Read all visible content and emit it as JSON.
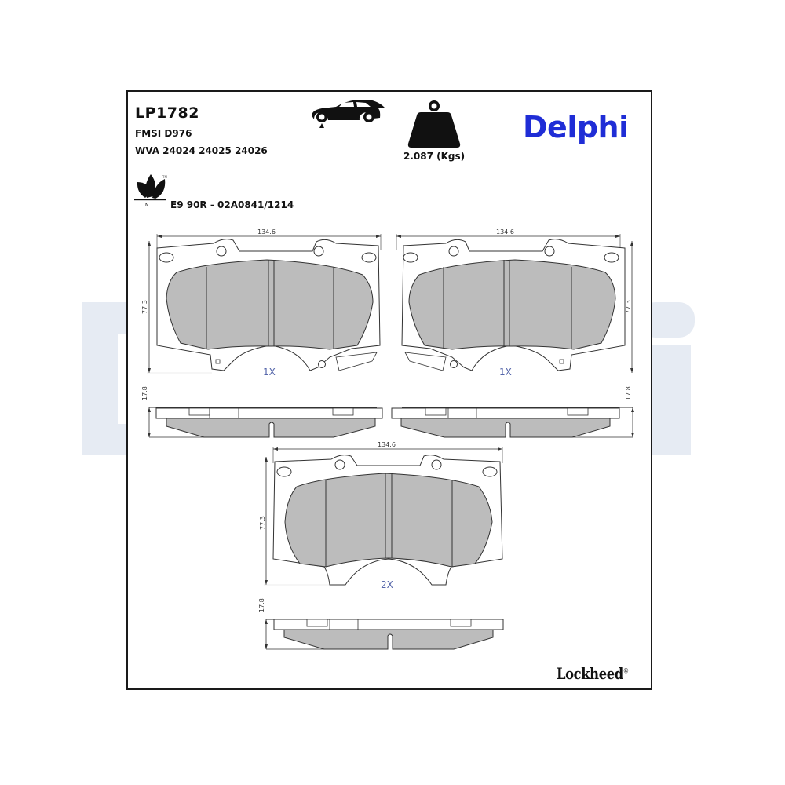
{
  "header": {
    "part_number": "LP1782",
    "fmsi": "FMSI D976",
    "wva": "WVA 24024 24025 24026",
    "weight": "2.087 (Kgs)",
    "brand": "Delphi",
    "approval": "E9 90R - 02A0841/1214"
  },
  "icons": {
    "car": "car-front-axle-icon",
    "weight": "weight-icon",
    "eco_leaf": "eco-leaf-icon"
  },
  "drawings": {
    "pad_left": {
      "width_dim": "134.6",
      "height_dim": "77.3",
      "quantity": "1X",
      "thickness_dim": "17.8"
    },
    "pad_right": {
      "width_dim": "134.6",
      "height_dim": "77.3",
      "quantity": "1X",
      "thickness_dim": "17.8"
    },
    "pad_center": {
      "width_dim": "134.6",
      "height_dim": "77.3",
      "quantity": "2X",
      "thickness_dim": "17.8"
    }
  },
  "footer": {
    "manufacturer": "Lockheed",
    "registered_mark": "®"
  },
  "watermark": {
    "text": "Delphi",
    "color": "#e8edf4"
  },
  "colors": {
    "brand_blue": "#1f2dd6",
    "friction_gray": "#bcbcbc",
    "frame": "#1a1a1a"
  }
}
